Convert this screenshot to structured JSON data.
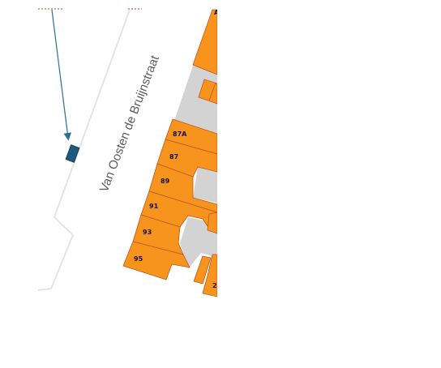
{
  "map": {
    "street_name": "Van Oosten de Bruijnstraat",
    "house_numbers": [
      "87A",
      "87",
      "89",
      "91",
      "93",
      "95"
    ],
    "partial_labels": [
      "A",
      "2"
    ],
    "colors": {
      "parcel_fill": "#f7941d",
      "parcel_stroke": "#c0561a",
      "building_gray": "#d3d3d3",
      "road_edge": "#e4e4e4",
      "marker_fill": "#1d5b7c",
      "pointer_line": "#2e6f8e",
      "boundary_dash": "#c0392b"
    },
    "icons": {
      "marker": "rectangle-marker-icon",
      "pointer": "arrow-pointer-icon"
    }
  }
}
